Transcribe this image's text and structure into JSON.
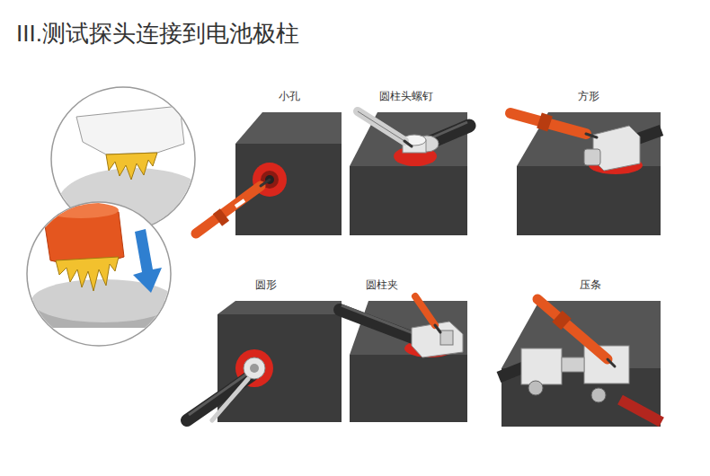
{
  "diagram": {
    "title": "III.测试探头连接到电池极柱",
    "nodes": [
      {
        "text": [
          "小孔"
        ]
      },
      {
        "text": [
          "圆柱头螺钉"
        ]
      },
      {
        "text": [
          "方形"
        ]
      },
      {
        "text": [
          "圆形"
        ]
      },
      {
        "text": [
          "圆柱夹"
        ]
      },
      {
        "text": [
          "压条"
        ]
      }
    ]
  }
}
